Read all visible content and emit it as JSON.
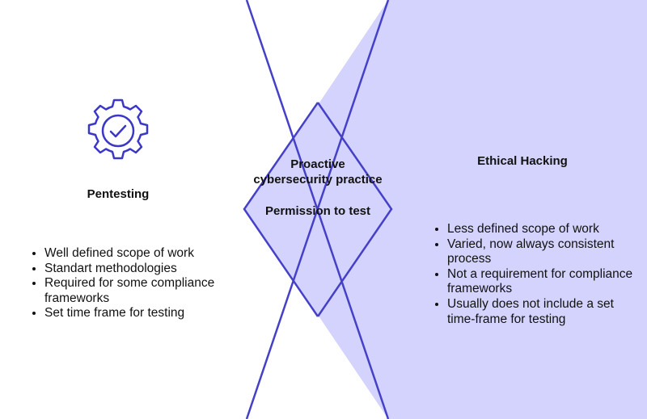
{
  "colors": {
    "line": "#4540c8",
    "fill": "#d4d3fd",
    "icon": "#3b37c8"
  },
  "left": {
    "icon": "gear-check-icon",
    "title": "Pentesting",
    "items": [
      "Well defined scope of work",
      "Standart methodologies",
      "Required for some compliance frameworks",
      "Set time frame for testing"
    ]
  },
  "center": {
    "line1": "Proactive cybersecurity practice",
    "line2": "Permission to test"
  },
  "right": {
    "title": "Ethical Hacking",
    "items": [
      "Less defined scope of work",
      "Varied, now always consistent process",
      "Not a requirement for compliance frameworks",
      "Usually does not include a set time-frame for testing"
    ]
  }
}
